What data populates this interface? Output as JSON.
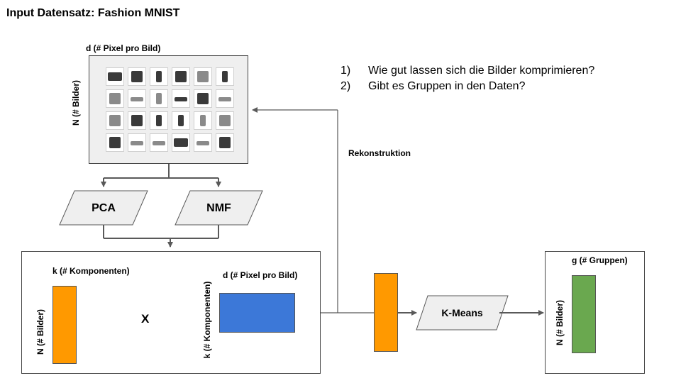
{
  "title": "Input Datensatz: Fashion MNIST",
  "input_matrix": {
    "top_label": "d (# Pixel pro Bild)",
    "side_label": "N (# Bilder)"
  },
  "methods": {
    "pca": "PCA",
    "nmf": "NMF",
    "kmeans": "K-Means"
  },
  "factor_box": {
    "k_label": "k (# Komponenten)",
    "n_label": "N (# Bilder)",
    "times": "X",
    "d_label": "d (# Pixel pro Bild)",
    "k_side_label": "k (# Komponenten)"
  },
  "reconstruction_label": "Rekonstruktion",
  "groups_box": {
    "g_label": "g (# Gruppen)",
    "n_label": "N (# Bilder)"
  },
  "questions": [
    {
      "num": "1)",
      "text": "Wie gut lassen sich die Bilder komprimieren?"
    },
    {
      "num": "2)",
      "text": "Gibt es Gruppen in den Daten?"
    }
  ],
  "colors": {
    "orange": "#ff9900",
    "blue": "#3c78d8",
    "green": "#6aa84f",
    "shape_fill": "#efefef",
    "line": "#595959"
  }
}
